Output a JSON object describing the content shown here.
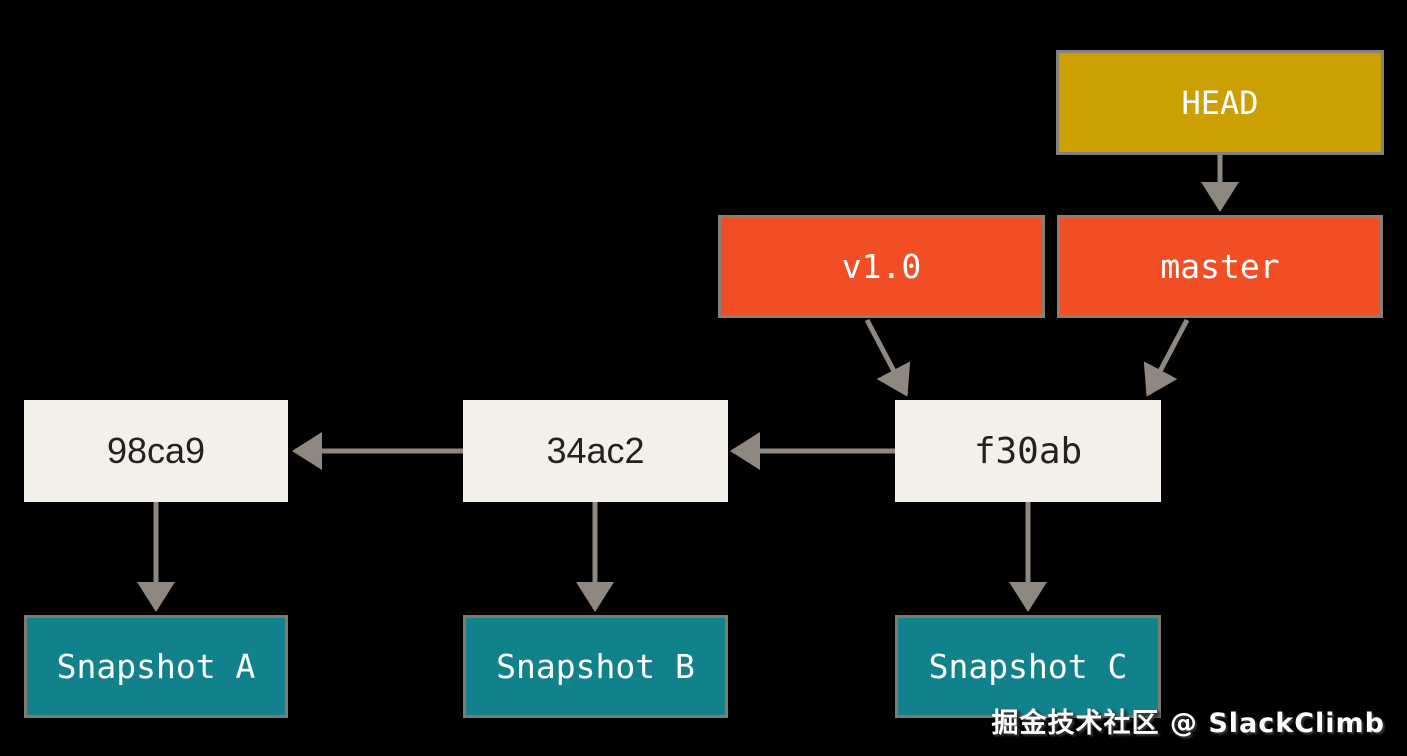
{
  "diagram": {
    "nodes": {
      "head": {
        "label": "HEAD",
        "fill": "#CC9F02",
        "text_color": "#FFFFFF"
      },
      "v1_0": {
        "label": "v1.0",
        "fill": "#F14E26",
        "text_color": "#FFFFFF"
      },
      "master": {
        "label": "master",
        "fill": "#F14E26",
        "text_color": "#FFFFFF"
      },
      "commit_98ca9": {
        "label": "98ca9",
        "fill": "#F2F0E9",
        "text_color": "#23221F"
      },
      "commit_34ac2": {
        "label": "34ac2",
        "fill": "#F2F0E9",
        "text_color": "#23221F"
      },
      "commit_f30ab": {
        "label": "f30ab",
        "fill": "#F2F0E9",
        "text_color": "#23221F"
      },
      "snapshot_a": {
        "label": "Snapshot A",
        "fill": "#11828C",
        "text_color": "#FFFFFF"
      },
      "snapshot_b": {
        "label": "Snapshot B",
        "fill": "#11828C",
        "text_color": "#FFFFFF"
      },
      "snapshot_c": {
        "label": "Snapshot C",
        "fill": "#11828C",
        "text_color": "#FFFFFF"
      }
    },
    "edges": [
      {
        "from": "HEAD",
        "to": "master"
      },
      {
        "from": "v1.0",
        "to": "f30ab"
      },
      {
        "from": "master",
        "to": "f30ab"
      },
      {
        "from": "f30ab",
        "to": "34ac2"
      },
      {
        "from": "34ac2",
        "to": "98ca9"
      },
      {
        "from": "98ca9",
        "to": "Snapshot A"
      },
      {
        "from": "34ac2",
        "to": "Snapshot B"
      },
      {
        "from": "f30ab",
        "to": "Snapshot C"
      }
    ],
    "colors": {
      "background": "#000000",
      "head_fill": "#CC9F02",
      "ref_fill": "#F14E26",
      "commit_fill": "#F2F0E9",
      "snapshot_fill": "#11828C",
      "arrow": "#8E8880",
      "border": "#85817A"
    },
    "watermark": "掘金技术社区 @ SlackClimb"
  }
}
